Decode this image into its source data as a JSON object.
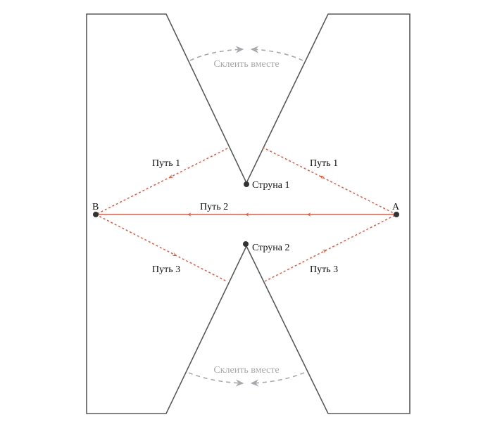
{
  "points": {
    "a": "A",
    "b": "B"
  },
  "strings": {
    "s1": "Струна 1",
    "s2": "Струна 2"
  },
  "paths": {
    "p1": "Путь 1",
    "p2": "Путь 2",
    "p3": "Путь 3"
  },
  "glue": {
    "top": "Склеить вместе",
    "bottom": "Склеить вместе"
  },
  "colors": {
    "outline": "#5a5a5a",
    "path": "#f0553a",
    "glue": "#a9a9ad",
    "dot": "#333333"
  }
}
